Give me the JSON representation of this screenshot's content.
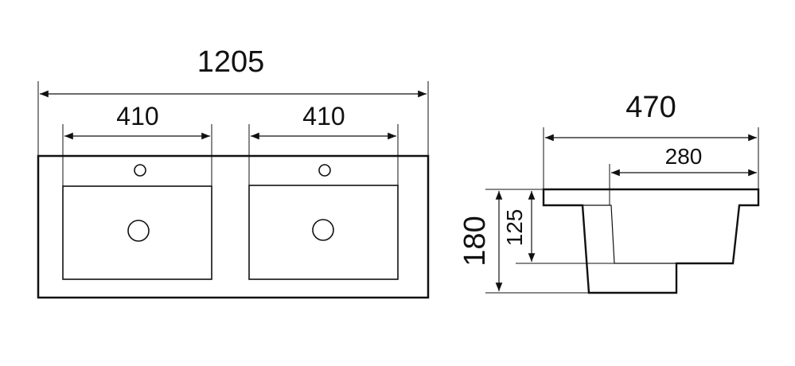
{
  "dimensions": {
    "overall_width": "1205",
    "left_bowl_width": "410",
    "right_bowl_width": "410",
    "depth": "470",
    "bowl_depth": "280",
    "total_height": "180",
    "bowl_height": "125"
  },
  "colors": {
    "line": "#111111",
    "background": "#ffffff"
  }
}
